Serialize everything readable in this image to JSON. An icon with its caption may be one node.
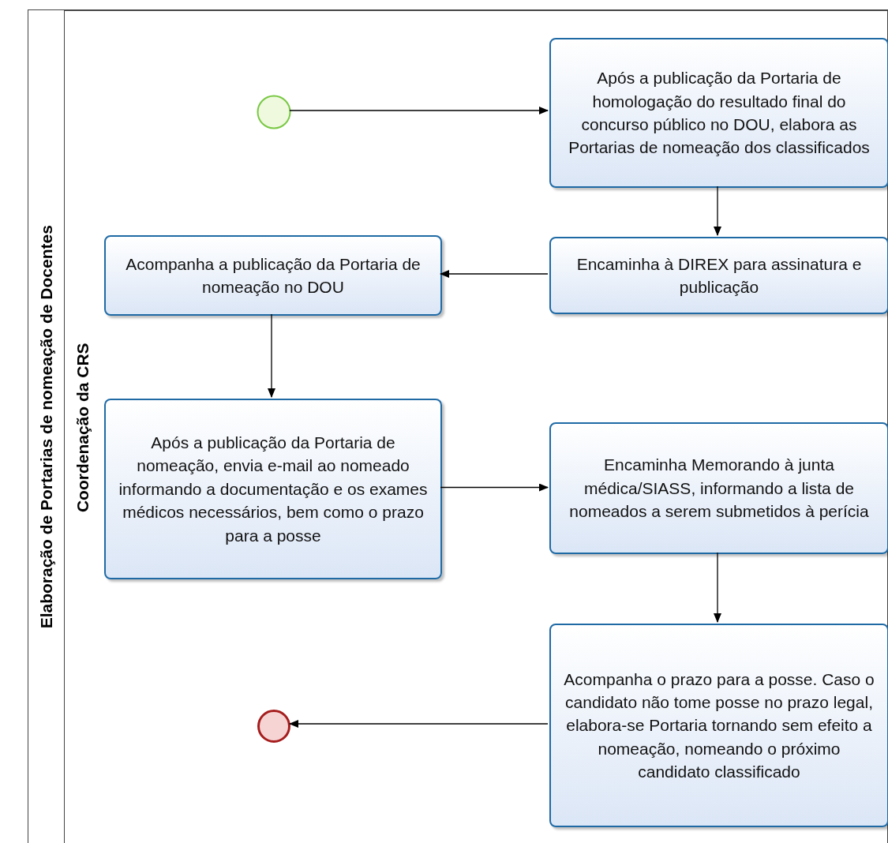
{
  "diagram": {
    "nodes": [
      {
        "text": [
          "Elaboração de Portarias de nomeação de Docentes"
        ]
      },
      {
        "text": [
          "Coordenação da CRS"
        ],
        "in": 0
      },
      {
        "text": [],
        "shape": "circle",
        "in": 1
      },
      {
        "text": [
          "Após a publicação da Portaria de homologação do resultado final do concurso público no DOU, elabora as Portarias de nomeação dos classificados"
        ],
        "in": 1
      },
      {
        "text": [
          "Encaminha à DIREX para assinatura e publicação"
        ],
        "in": 1
      },
      {
        "text": [
          "Acompanha a publicação da Portaria de nomeação no DOU"
        ],
        "in": 1
      },
      {
        "text": [
          "Após a publicação da Portaria de nomeação, envia e-mail ao nomeado informando a documentação e os exames médicos necessários, bem como o prazo para a posse"
        ],
        "in": 1
      },
      {
        "text": [
          "Encaminha Memorando à junta médica/SIASS, informando a lista de nomeados a serem submetidos à perícia"
        ],
        "in": 1
      },
      {
        "text": [
          "Acompanha o prazo para a posse. Caso o candidato não tome posse no prazo legal, elabora-se Portaria tornando sem efeito a nomeação, nomeando o próximo candidato classificado"
        ],
        "in": 1
      },
      {
        "text": [],
        "shape": "circle",
        "in": 1
      }
    ],
    "edges": [
      {
        "from": 2,
        "to": 3,
        "arrow": "to"
      },
      {
        "from": 3,
        "to": 4,
        "arrow": "to"
      },
      {
        "from": 4,
        "to": 5,
        "arrow": "to"
      },
      {
        "from": 5,
        "to": 6,
        "arrow": "to"
      },
      {
        "from": 6,
        "to": 7,
        "arrow": "to"
      },
      {
        "from": 7,
        "to": 8,
        "arrow": "to"
      },
      {
        "from": 8,
        "to": 9,
        "arrow": "to"
      }
    ]
  }
}
